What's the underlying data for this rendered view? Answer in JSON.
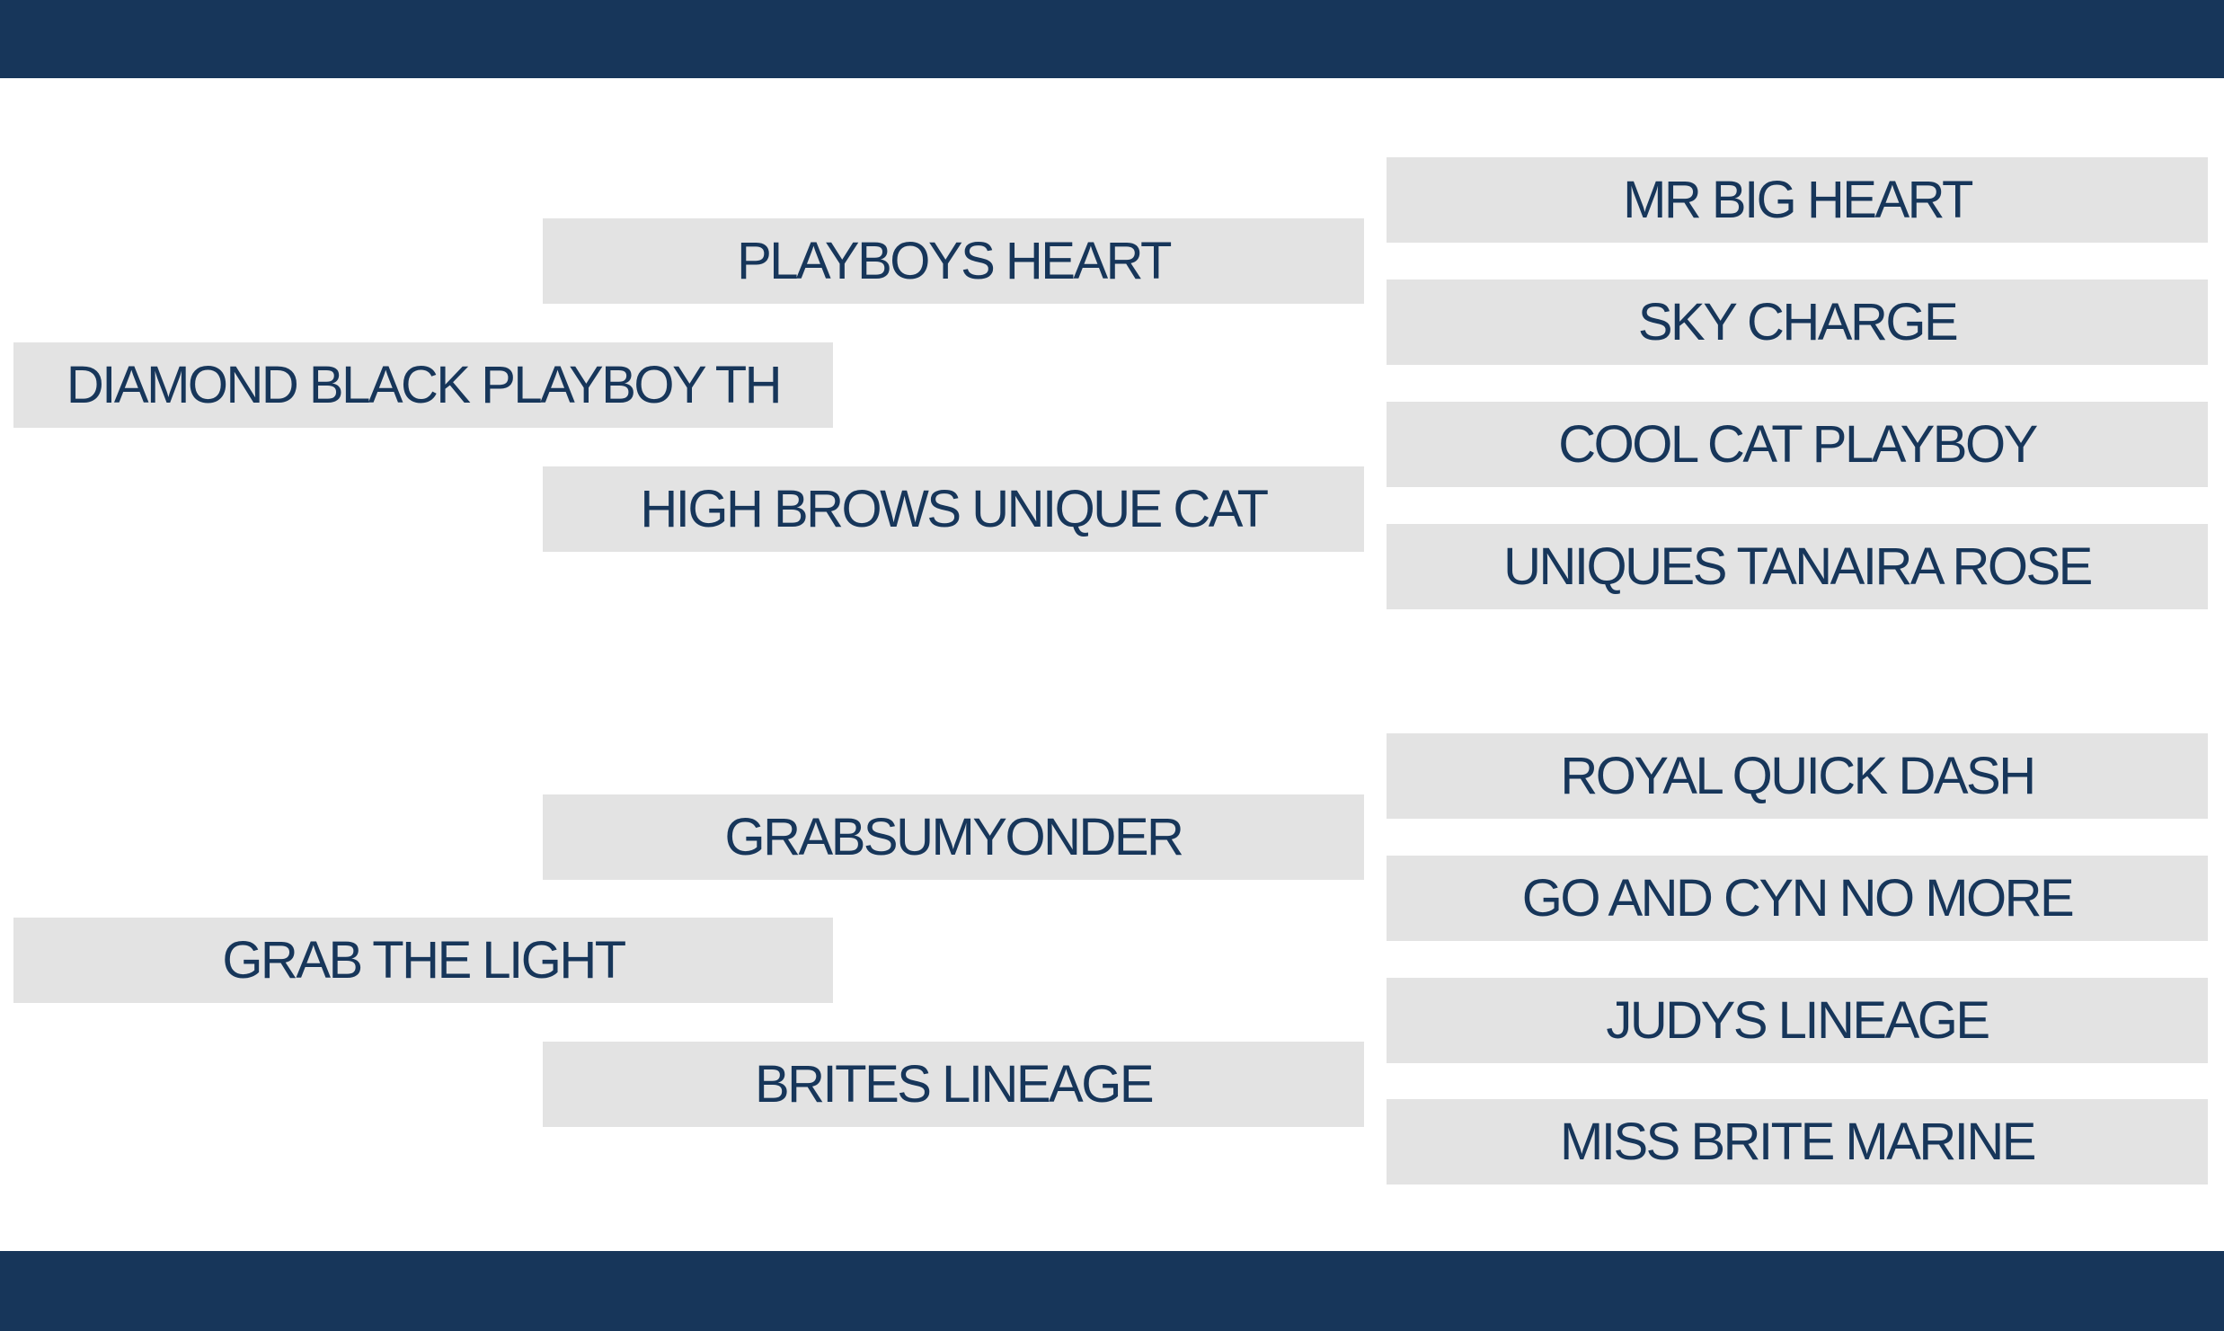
{
  "pedigree": {
    "sire_side": {
      "subject": "DIAMOND BLACK PLAYBOY TH",
      "sire": "PLAYBOYS HEART",
      "dam": "HIGH BROWS UNIQUE CAT",
      "sire_sire": "MR BIG HEART",
      "sire_dam": "SKY CHARGE",
      "dam_sire": "COOL CAT PLAYBOY",
      "dam_dam": "UNIQUES TANAIRA ROSE"
    },
    "dam_side": {
      "subject": "GRAB THE LIGHT",
      "sire": "GRABSUMYONDER",
      "dam": "BRITES LINEAGE",
      "sire_sire": "ROYAL QUICK DASH",
      "sire_dam": "GO AND CYN NO MORE",
      "dam_sire": "JUDYS LINEAGE",
      "dam_dam": "MISS BRITE MARINE"
    }
  },
  "colors": {
    "band": "#17365a",
    "box_fill": "#e3e3e3",
    "text": "#17365a"
  }
}
